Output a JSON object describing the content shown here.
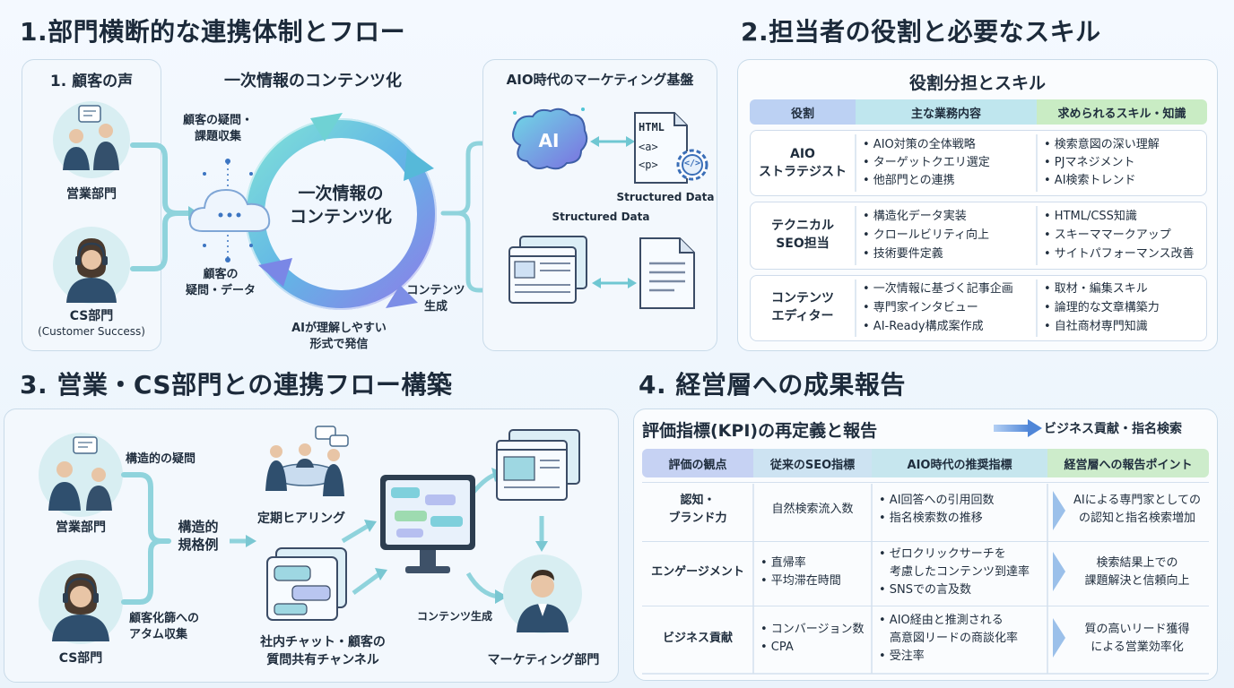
{
  "section1": {
    "title": "1.部門横断的な連携体制とフロー",
    "voice_title": "1. 顧客の声",
    "sales": "営業部門",
    "cs": "CS部門",
    "cs_en": "(Customer Success)",
    "cycle_title": "一次情報のコンテンツ化",
    "cycle_center_1": "一次情報の",
    "cycle_center_2": "コンテンツ化",
    "collect_1": "顧客の疑問・",
    "collect_2": "課題収集",
    "data_1": "顧客の",
    "data_2": "疑問・データ",
    "ai_1": "AIが理解しやすい",
    "ai_2": "形式で発信",
    "gen_1": "コンテンツ",
    "gen_2": "生成",
    "base_title": "AIO時代のマーケティング基盤",
    "ai_icon_label": "AI",
    "html_label": "HTML",
    "a_tag": "<a>",
    "p_tag": "<p>",
    "code_glyph": "</>",
    "structured_1": "Structured Data",
    "structured_2": "Structured Data"
  },
  "section2": {
    "title": "2.担当者の役割と必要なスキル",
    "table_title": "役割分担とスキル",
    "headers": [
      "役割",
      "主な業務内容",
      "求められるスキル・知識"
    ],
    "rows": [
      {
        "role_1": "AIO",
        "role_2": "ストラテジスト",
        "tasks": [
          "• AIO対策の全体戦略",
          "• ターゲットクエリ選定",
          "• 他部門との連携"
        ],
        "skills": [
          "• 検索意図の深い理解",
          "• PJマネジメント",
          "• AI検索トレンド"
        ]
      },
      {
        "role_1": "テクニカル",
        "role_2": "SEO担当",
        "tasks": [
          "• 構造化データ実装",
          "• クロールビリティ向上",
          "• 技術要件定義"
        ],
        "skills": [
          "• HTML/CSS知識",
          "• スキーママークアップ",
          "• サイトパフォーマンス改善"
        ]
      },
      {
        "role_1": "コンテンツ",
        "role_2": "エディター",
        "tasks": [
          "• 一次情報に基づく記事企画",
          "• 専門家インタビュー",
          "• AI-Ready構成案作成"
        ],
        "skills": [
          "• 取材・編集スキル",
          "• 論理的な文章構築力",
          "• 自社商材専門知識"
        ]
      }
    ]
  },
  "section3": {
    "title": "3. 営業・CS部門との連携フロー構築",
    "sales": "営業部門",
    "cs": "CS部門",
    "q_label": "構造的の疑問",
    "collect_1": "顧客化篩への",
    "collect_2": "アタム収集",
    "center_1": "構造的",
    "center_2": "規格例",
    "meeting": "定期ヒアリング",
    "chat_1": "社内チャット・顧客の",
    "chat_2": "質問共有チャンネル",
    "gen": "コンテンツ生成",
    "marketing": "マーケティング部門"
  },
  "section4": {
    "title": "4. 経営層への成果報告",
    "kpi_title": "評価指標(KPI)の再定義と報告",
    "kpi_arrow": "ビジネス貢献・指名検索",
    "headers": [
      "評価の観点",
      "従来のSEO指標",
      "AIO時代の推奨指標",
      "経営層への報告ポイント"
    ],
    "rows": [
      {
        "aspect": [
          "認知・",
          "ブランド力"
        ],
        "seo": [
          "自然検索流入数"
        ],
        "aio": [
          "• AI回答への引用回数",
          "• 指名検索数の推移"
        ],
        "report": [
          "AIによる専門家としての",
          "の認知と指名検索増加"
        ]
      },
      {
        "aspect": [
          "エンゲージメント"
        ],
        "seo": [
          "• 直帰率",
          "• 平均滞在時間"
        ],
        "aio": [
          "• ゼロクリックサーチを",
          "考慮したコンテンツ到達率",
          "• SNSでの言及数"
        ],
        "report": [
          "検索結果上での",
          "課題解決と信頼向上"
        ]
      },
      {
        "aspect": [
          "ビジネス貢献"
        ],
        "seo": [
          "• コンバージョン数",
          "• CPA"
        ],
        "aio": [
          "• AIO経由と推測される",
          "高意図リードの商談化率",
          "• 受注率"
        ],
        "report": [
          "質の高いリード獲得",
          "による営業効率化"
        ]
      }
    ]
  },
  "colors": {
    "role_head": "#bcd1f3",
    "task_head": "#bfe6ee",
    "skill_head": "#c9ecc4",
    "kpi_head1": "#c6d2f3",
    "kpi_head2": "#cde3f2",
    "kpi_head3": "#c6e6ee",
    "kpi_head4": "#cdeccb"
  }
}
